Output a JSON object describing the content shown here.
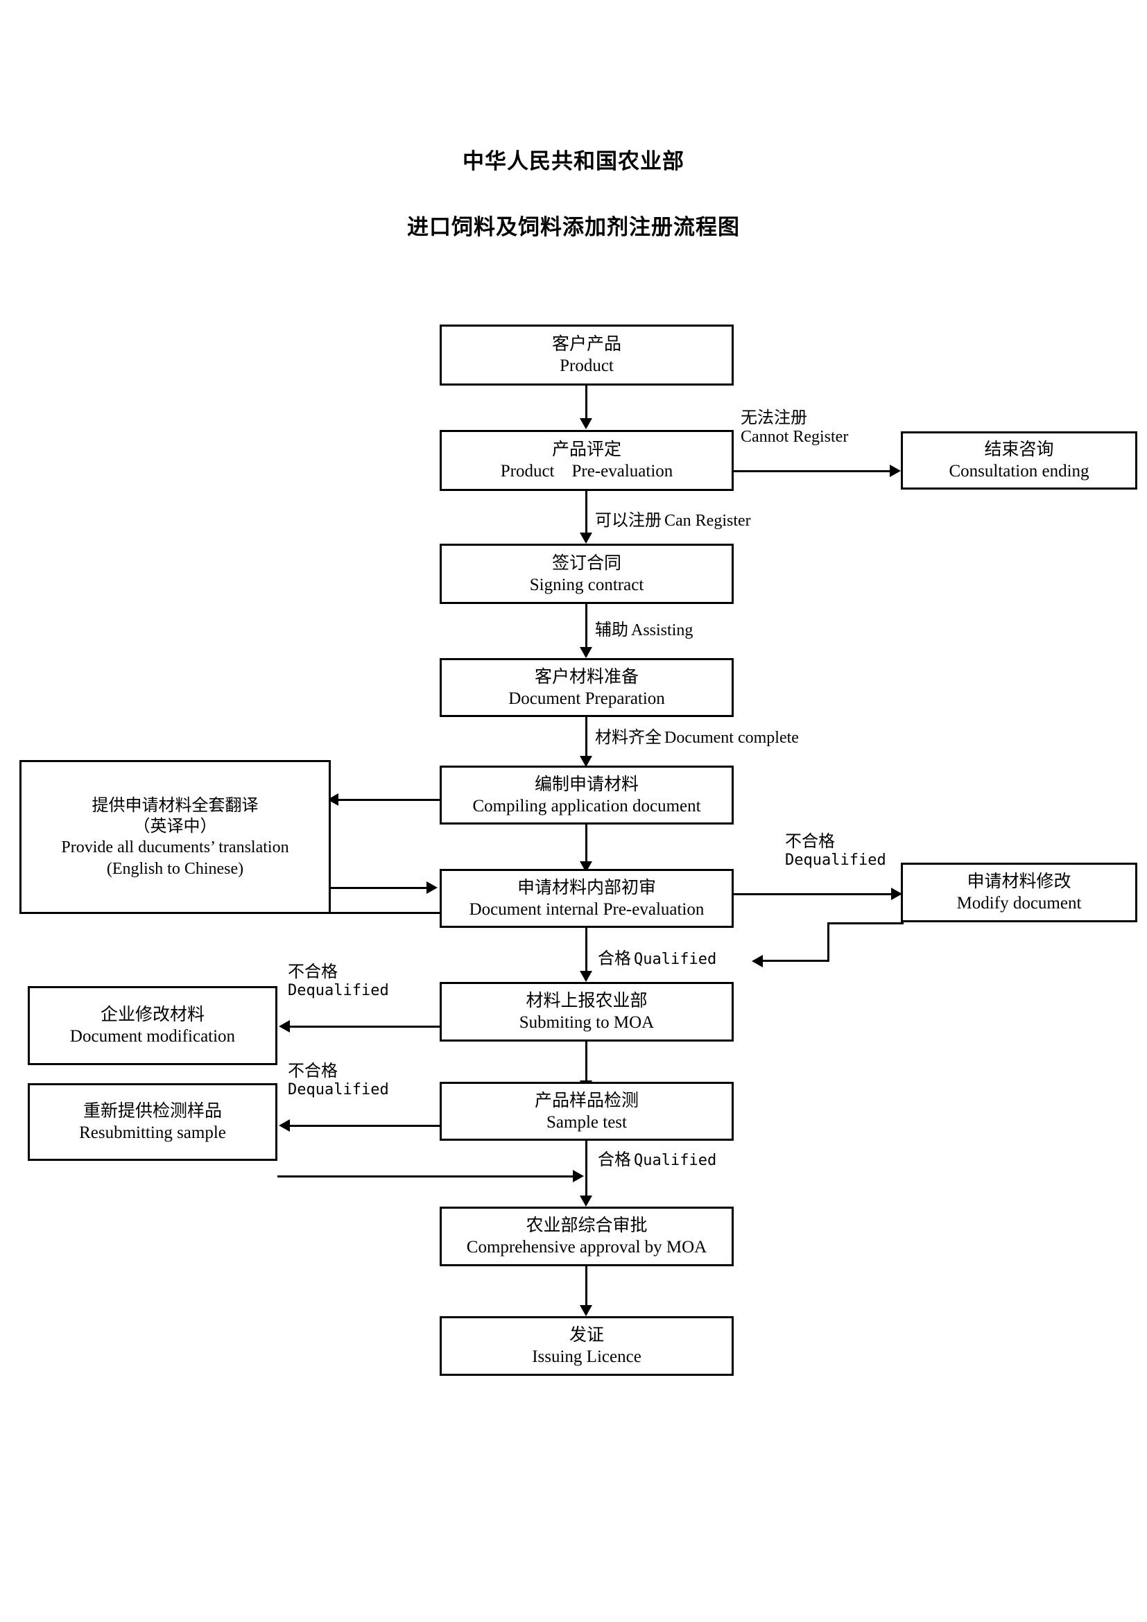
{
  "document": {
    "title_line_1": "中华人民共和国农业部",
    "title_line_2": "进口饲料及饲料添加剂注册流程图"
  },
  "diagram": {
    "type": "flowchart",
    "nodes": [
      {
        "id": "product",
        "cn": "客户产品",
        "en": "Product"
      },
      {
        "id": "pre-evaluation",
        "cn": "产品评定",
        "en": "Product Pre-evaluation"
      },
      {
        "id": "consultation-ending",
        "cn": "结束咨询",
        "en": "Consultation ending"
      },
      {
        "id": "signing-contract",
        "cn": "签订合同",
        "en": "Signing contract"
      },
      {
        "id": "document-preparation",
        "cn": "客户材料准备",
        "en": "Document Preparation"
      },
      {
        "id": "translation",
        "cn": "提供申请材料全套翻译",
        "cn2": "（英译中）",
        "en": "Provide all ducuments’ translation",
        "en2": "(English to Chinese)"
      },
      {
        "id": "compiling",
        "cn": "编制申请材料",
        "en": "Compiling application document"
      },
      {
        "id": "internal-pre-evaluation",
        "cn": "申请材料内部初审",
        "en": "Document internal Pre-evaluation"
      },
      {
        "id": "modify-document",
        "cn": "申请材料修改",
        "en": "Modify document"
      },
      {
        "id": "document-modification",
        "cn": "企业修改材料",
        "en": "Document modification"
      },
      {
        "id": "submitting-moa",
        "cn": "材料上报农业部",
        "en": "Submiting to MOA"
      },
      {
        "id": "resubmitting-sample",
        "cn": "重新提供检测样品",
        "en": "Resubmitting sample"
      },
      {
        "id": "sample-test",
        "cn": "产品样品检测",
        "en": "Sample test"
      },
      {
        "id": "comprehensive-approval",
        "cn": "农业部综合审批",
        "en": "Comprehensive approval by MOA"
      },
      {
        "id": "issuing-licence",
        "cn": "发证",
        "en": "Issuing Licence"
      }
    ],
    "edge_labels": [
      {
        "id": "cannot-register",
        "cn": "无法注册",
        "en": "Cannot Register",
        "mono": false
      },
      {
        "id": "can-register",
        "cn": "可以注册",
        "en": "Can Register",
        "mono": false
      },
      {
        "id": "assisting",
        "cn": "辅助",
        "en": "Assisting",
        "mono": false
      },
      {
        "id": "document-complete",
        "cn": "材料齐全",
        "en": "Document complete",
        "mono": false
      },
      {
        "id": "dequalified-1",
        "cn": "不合格",
        "en": "Dequalified",
        "mono": true
      },
      {
        "id": "qualified-1",
        "cn": "合格",
        "en": "Qualified",
        "mono": true
      },
      {
        "id": "dequalified-2",
        "cn": "不合格",
        "en": "Dequalified",
        "mono": true
      },
      {
        "id": "dequalified-3",
        "cn": "不合格",
        "en": "Dequalified",
        "mono": true
      },
      {
        "id": "qualified-2",
        "cn": "合格",
        "en": "Qualified",
        "mono": true
      }
    ]
  },
  "colors": {
    "line": "#000000",
    "background": "#ffffff",
    "text": "#000000"
  }
}
